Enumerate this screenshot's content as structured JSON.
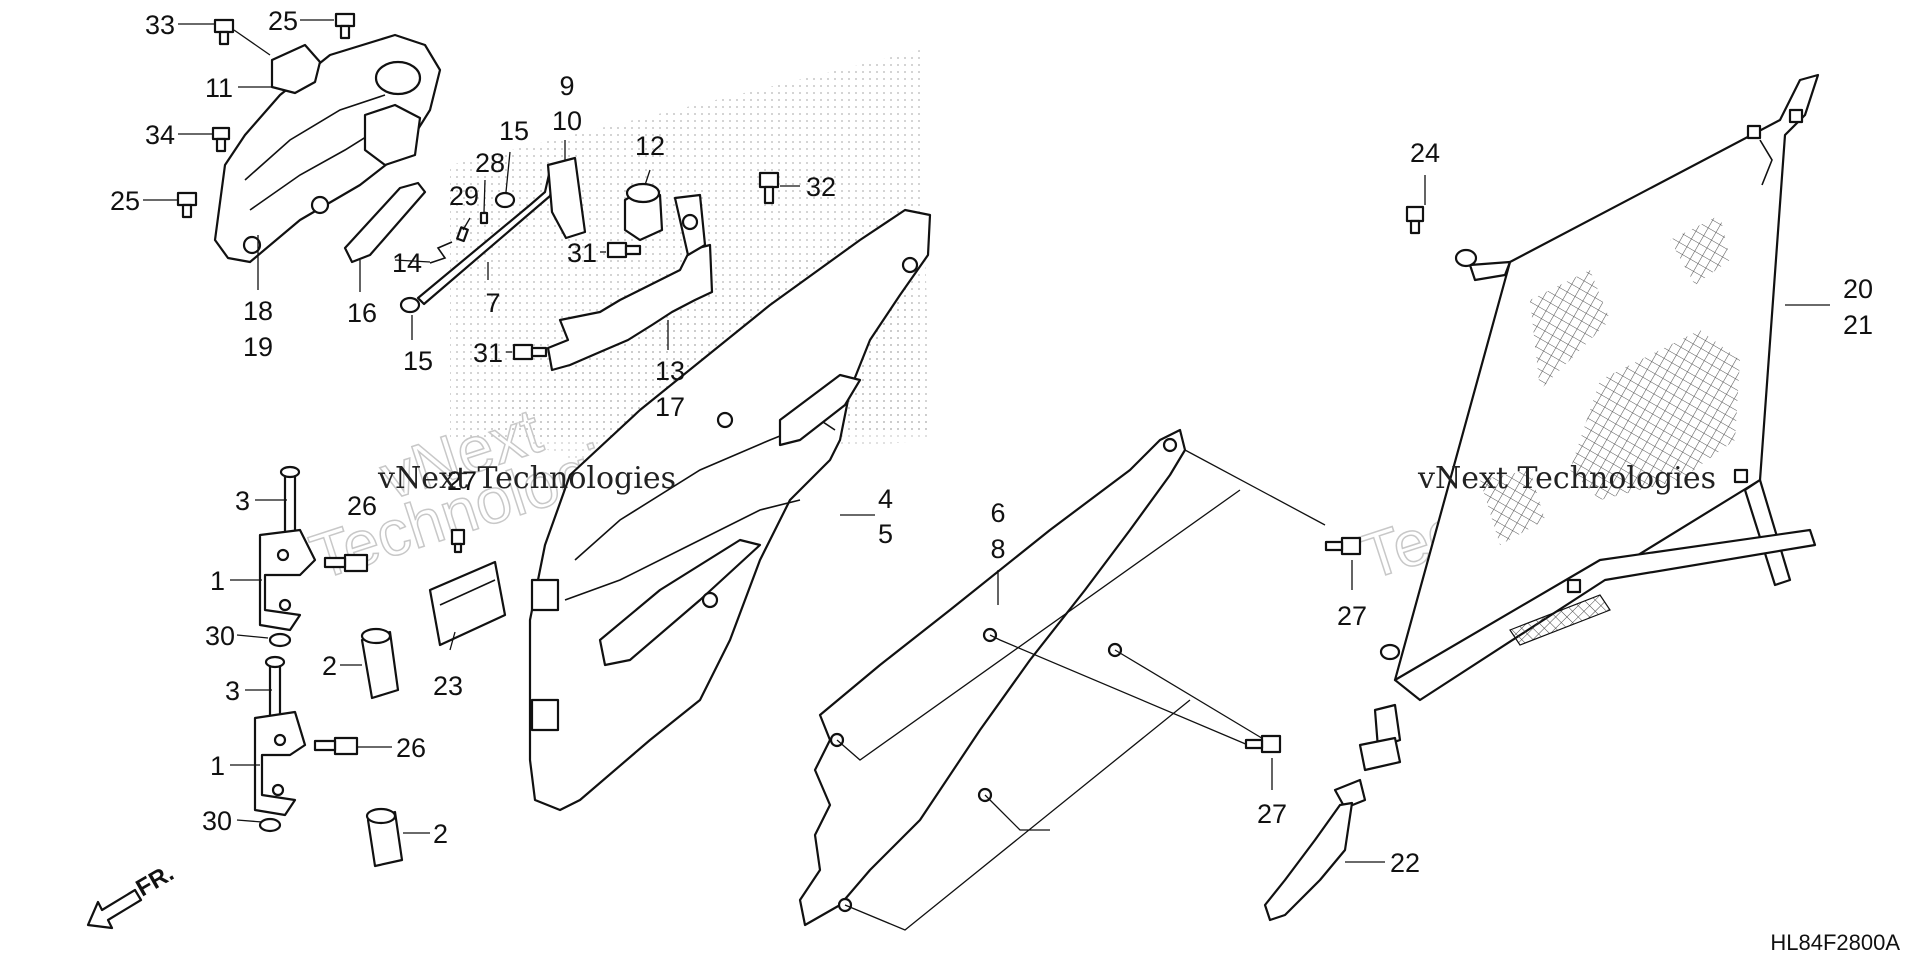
{
  "diagram": {
    "code": "HL84F2800A",
    "watermark": "vNext Technologies",
    "watermark_word1": "vNext",
    "watermark_word2": "Technologies",
    "front_marker": "FR.",
    "labels": {
      "l33": "33",
      "l25a": "25",
      "l11": "11",
      "l34": "34",
      "l25b": "25",
      "l18": "18",
      "l19": "19",
      "l16": "16",
      "l14": "14",
      "l29": "29",
      "l28": "28",
      "l15a": "15",
      "l15b": "15",
      "l7": "7",
      "l9": "9",
      "l10": "10",
      "l12": "12",
      "l32": "32",
      "l31a": "31",
      "l31b": "31",
      "l13": "13",
      "l17": "17",
      "l4": "4",
      "l5": "5",
      "l3a": "3",
      "l26a": "26",
      "l27a": "27",
      "l1a": "1",
      "l30a": "30",
      "l2a": "2",
      "l23": "23",
      "l3b": "3",
      "l26b": "26",
      "l1b": "1",
      "l30b": "30",
      "l2b": "2",
      "l6": "6",
      "l8": "8",
      "l27b": "27",
      "l27c": "27",
      "l24": "24",
      "l20": "20",
      "l21": "21",
      "l22": "22"
    }
  }
}
